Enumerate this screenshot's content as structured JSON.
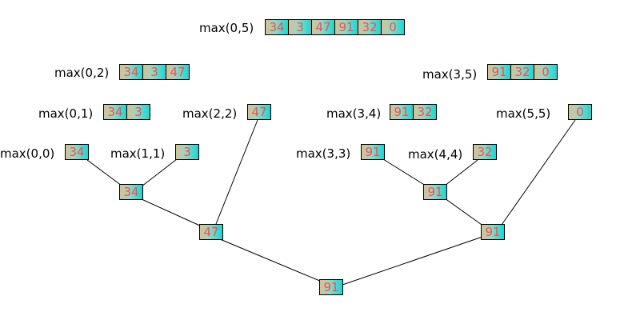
{
  "ranges": {
    "r0_5": {
      "label": "max(0,5)",
      "cells": [
        "34",
        "3",
        "47",
        "91",
        "32",
        "0"
      ]
    },
    "r0_2": {
      "label": "max(0,2)",
      "cells": [
        "34",
        "3",
        "47"
      ]
    },
    "r3_5": {
      "label": "max(3,5)",
      "cells": [
        "91",
        "32",
        "0"
      ]
    },
    "r0_1": {
      "label": "max(0,1)",
      "cells": [
        "34",
        "3"
      ]
    },
    "r2_2": {
      "label": "max(2,2)",
      "cells": [
        "47"
      ]
    },
    "r3_4": {
      "label": "max(3,4)",
      "cells": [
        "91",
        "32"
      ]
    },
    "r5_5": {
      "label": "max(5,5)",
      "cells": [
        "0"
      ]
    },
    "r0_0": {
      "label": "max(0,0)",
      "cells": [
        "34"
      ]
    },
    "r1_1": {
      "label": "max(1,1)",
      "cells": [
        "3"
      ]
    },
    "r3_3": {
      "label": "max(3,3)",
      "cells": [
        "91"
      ]
    },
    "r4_4": {
      "label": "max(4,4)",
      "cells": [
        "32"
      ]
    }
  },
  "nodes": {
    "max_0_1": "34",
    "max_3_4": "91",
    "max_0_2": "47",
    "max_3_5": "91",
    "max_0_5": "91"
  },
  "colors": {
    "text": "#ff4a4a",
    "cell_gradient_start": "#d6c195",
    "cell_gradient_end": "#1ad6d6",
    "border": "#000000",
    "edge": "#000000"
  }
}
